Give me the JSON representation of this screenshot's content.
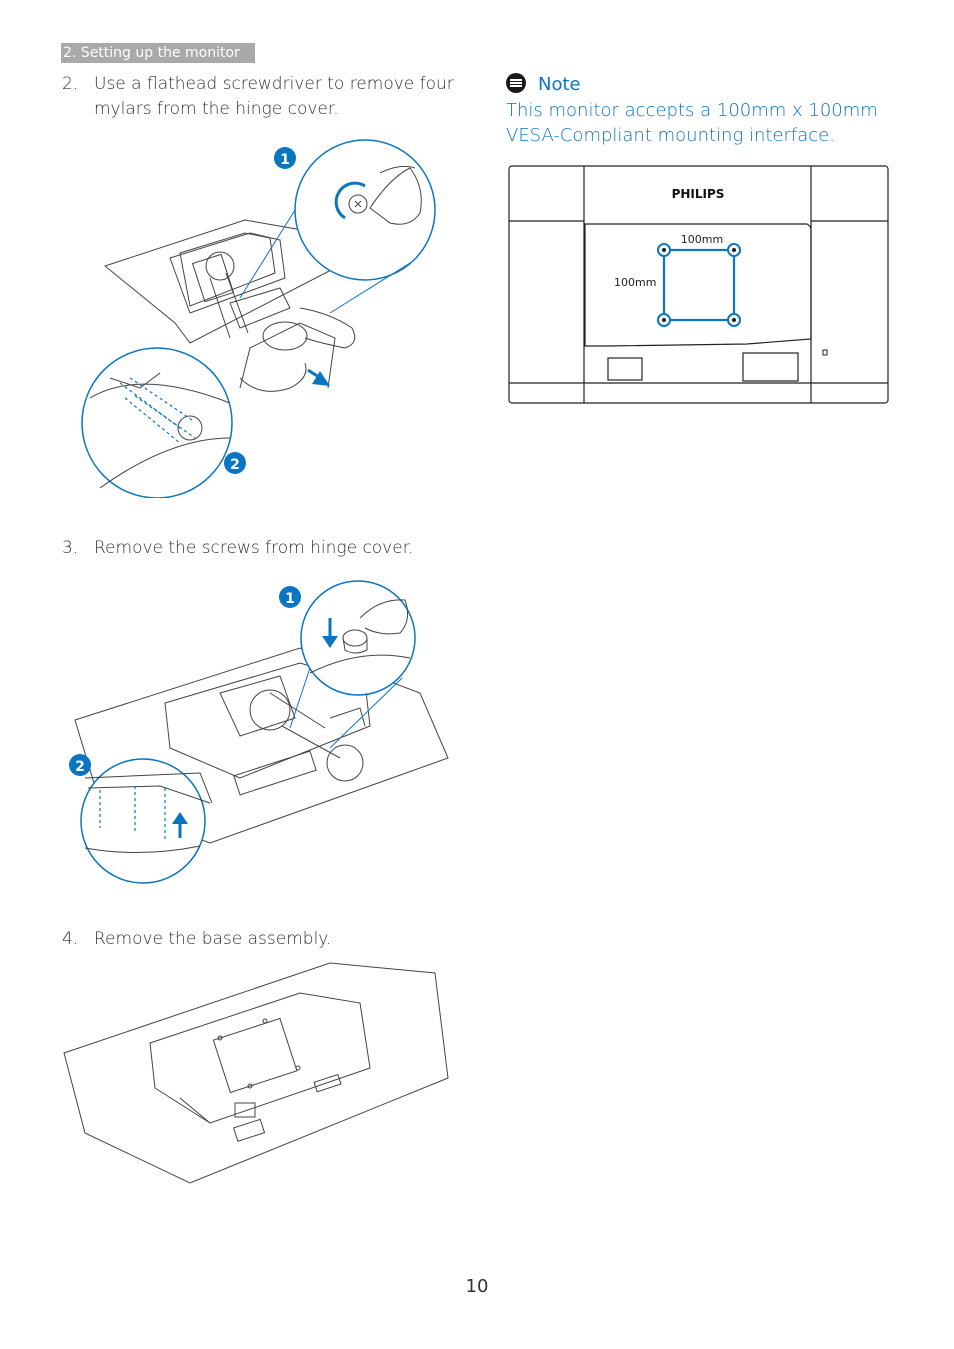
{
  "header": {
    "section": "2. Setting up the monitor"
  },
  "steps": [
    {
      "num": "2.",
      "text": "Use a flathead screwdriver to remove four mylars from the hinge cover."
    },
    {
      "num": "3.",
      "text": "Remove the screws from hinge cover."
    },
    {
      "num": "4.",
      "text": "Remove the base assembly."
    }
  ],
  "figure_callouts": {
    "one": "1",
    "two": "2"
  },
  "note": {
    "title": "Note",
    "body": "This monitor accepts a 100mm x 100mm VESA-Compliant mounting interface."
  },
  "vesa_diagram": {
    "brand": "PHILIPS",
    "width_label": "100mm",
    "height_label": "100mm"
  },
  "page_number": "10",
  "colors": {
    "accent": "#0a75c2",
    "section_tab": "#a9a9a9"
  }
}
